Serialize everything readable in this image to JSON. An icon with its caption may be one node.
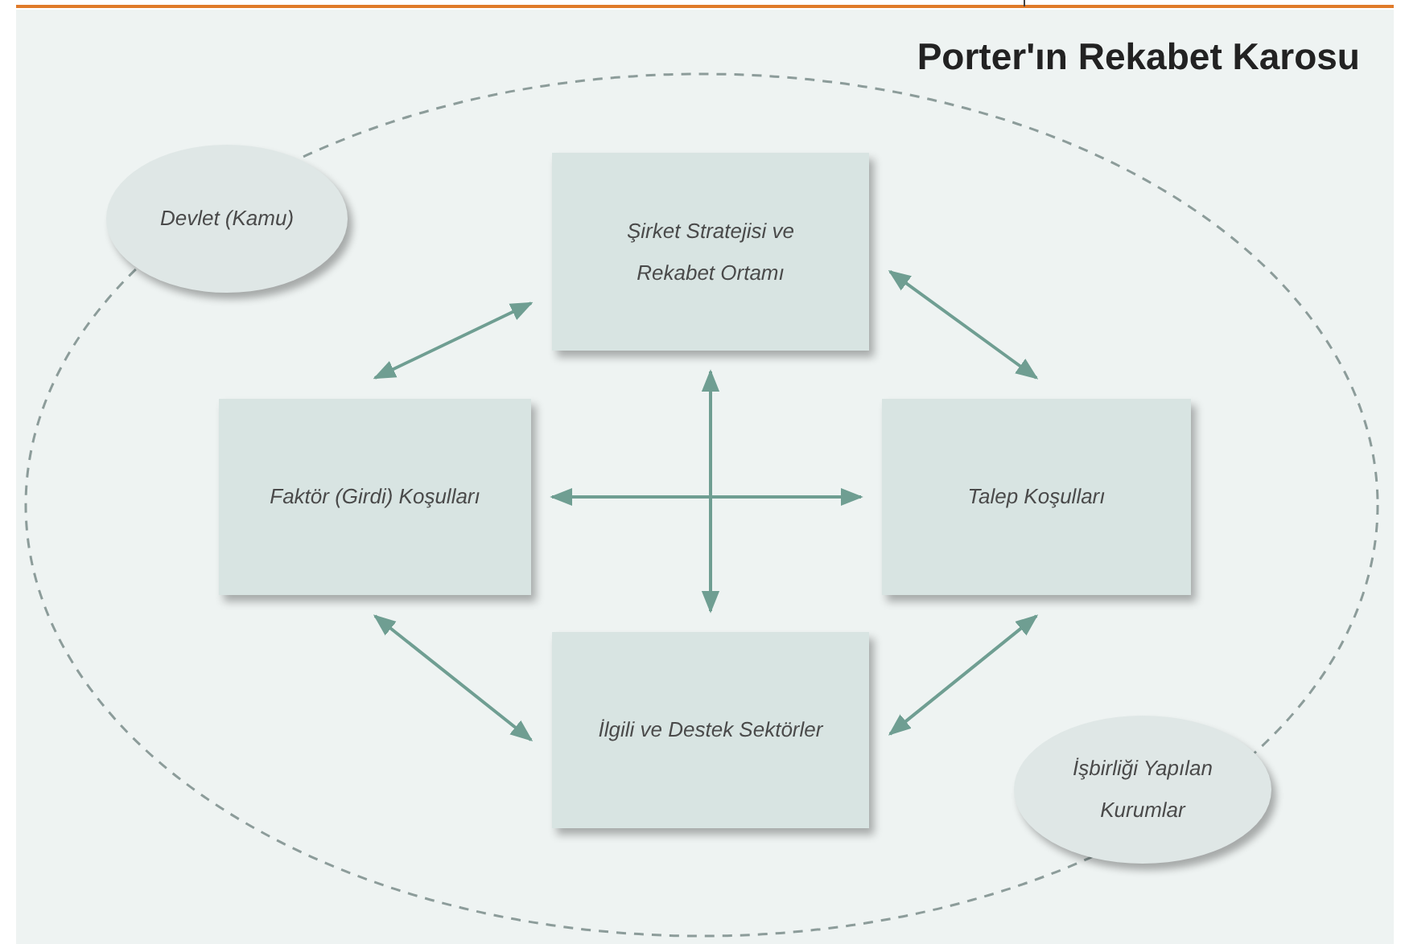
{
  "diagram": {
    "title": "Porter'ın Rekabet Karosu",
    "nodes": [
      {
        "text": [
          "Devlet (Kamu)"
        ]
      },
      {
        "text": [
          "Şirket Stratejisi ve Rekabet Ortamı"
        ]
      },
      {
        "text": [
          "Faktör (Girdi) Koşulları"
        ]
      },
      {
        "text": [
          "Talep Koşulları"
        ]
      },
      {
        "text": [
          "İlgili ve Destek Sektörler"
        ]
      },
      {
        "text": [
          "İşbirliği Yapılan Kurumlar"
        ]
      }
    ],
    "edges": [
      {
        "from": 1,
        "to": 2,
        "arrow": "both"
      },
      {
        "from": 1,
        "to": 3,
        "arrow": "both"
      },
      {
        "from": 2,
        "to": 3,
        "arrow": "both"
      },
      {
        "from": 1,
        "to": 4,
        "arrow": "both"
      },
      {
        "from": 2,
        "to": 4,
        "arrow": "both"
      },
      {
        "from": 3,
        "to": 4,
        "arrow": "both"
      }
    ]
  }
}
